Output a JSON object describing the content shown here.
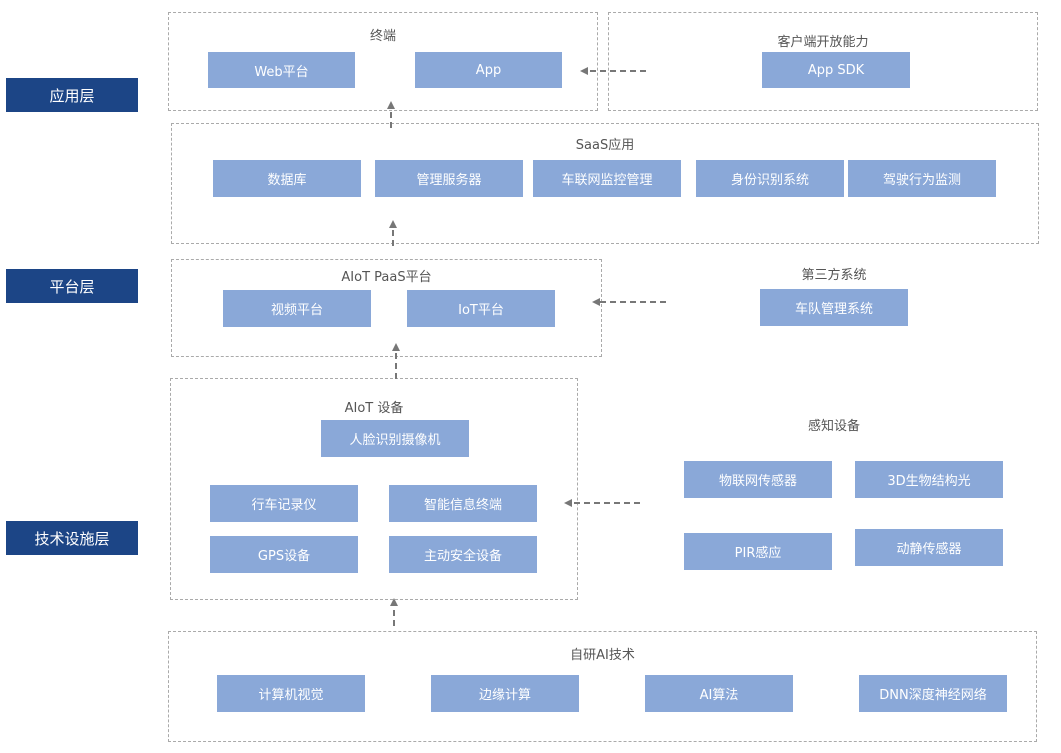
{
  "layers": {
    "app": "应用层",
    "platform": "平台层",
    "infra": "技术设施层"
  },
  "terminal": {
    "title": "终端",
    "web": "Web平台",
    "app": "App"
  },
  "client": {
    "title": "客户端开放能力",
    "sdk": "App SDK"
  },
  "saas": {
    "title": "SaaS应用",
    "items": [
      "数据库",
      "管理服务器",
      "车联网监控管理",
      "身份识别系统",
      "驾驶行为监测"
    ]
  },
  "paas": {
    "title": "AIoT PaaS平台",
    "video": "视频平台",
    "iot": "IoT平台"
  },
  "third": {
    "title": "第三方系统",
    "fleet": "车队管理系统"
  },
  "aiot": {
    "title": "AIoT  设备",
    "face": "人脸识别摄像机",
    "recorder": "行车记录仪",
    "smart": "智能信息终端",
    "gps": "GPS设备",
    "safety": "主动安全设备"
  },
  "sensing": {
    "title": "感知设备",
    "iot_sensor": "物联网传感器",
    "bio3d": "3D生物结构光",
    "pir": "PIR感应",
    "motion": "动静传感器"
  },
  "ai": {
    "title": "自研AI技术",
    "items": [
      "计算机视觉",
      "边缘计算",
      "AI算法",
      "DNN深度神经网络"
    ]
  },
  "colors": {
    "layer_bg": "#1c4586",
    "box_bg": "#8aa8d8",
    "border": "#aaaaaa",
    "arrow": "#777777"
  }
}
